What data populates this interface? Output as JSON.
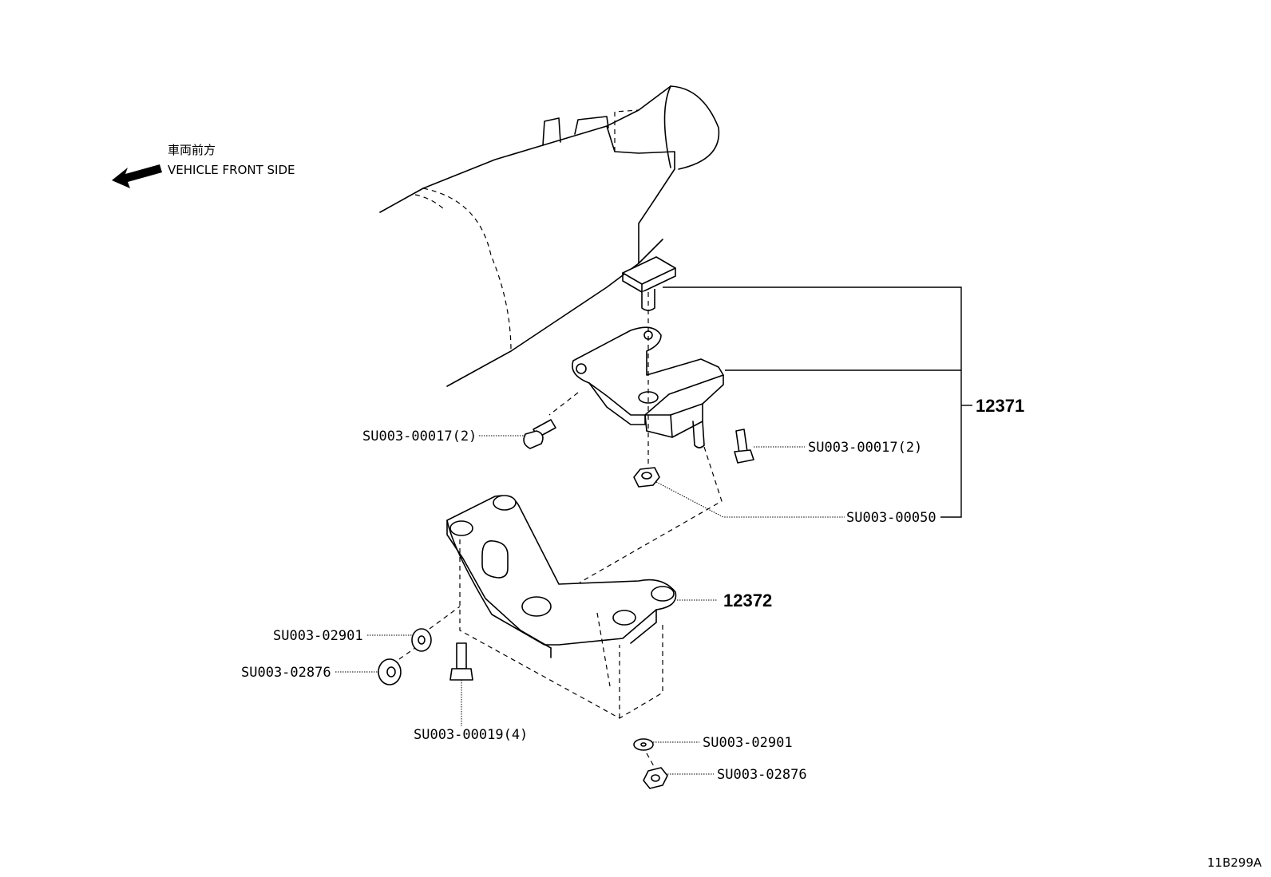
{
  "direction": {
    "japanese": "車両前方",
    "english": "VEHICLE FRONT SIDE"
  },
  "assemblies": {
    "mount": "12371",
    "crossmember": "12372"
  },
  "parts": {
    "bolt_left": "SU003-00017(2)",
    "bolt_right": "SU003-00017(2)",
    "nut_mount": "SU003-00050",
    "washer_left": "SU003-02901",
    "nut_left": "SU003-02876",
    "bolt_bottom": "SU003-00019(4)",
    "washer_right": "SU003-02901",
    "nut_right": "SU003-02876"
  },
  "figure_id": "11B299A"
}
